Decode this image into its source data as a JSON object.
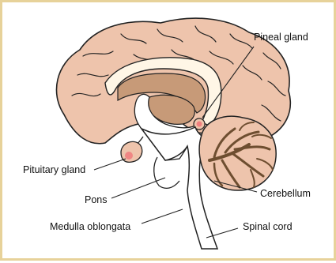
{
  "labels": {
    "pineal_gland": "Pineal gland",
    "pituitary_gland": "Pituitary gland",
    "pons": "Pons",
    "cerebellum": "Cerebellum",
    "medulla_oblongata": "Medulla oblongata",
    "spinal_cord": "Spinal cord"
  },
  "colors": {
    "border": "#e7d29a",
    "cortex": "#eec4ac",
    "white_matter": "#fff6e6",
    "ventricle": "#c79a78",
    "cerebellum_arbor": "#a4825f",
    "stem": "#ffffff",
    "gland_highlight": "#f08080",
    "outline": "#222222"
  }
}
